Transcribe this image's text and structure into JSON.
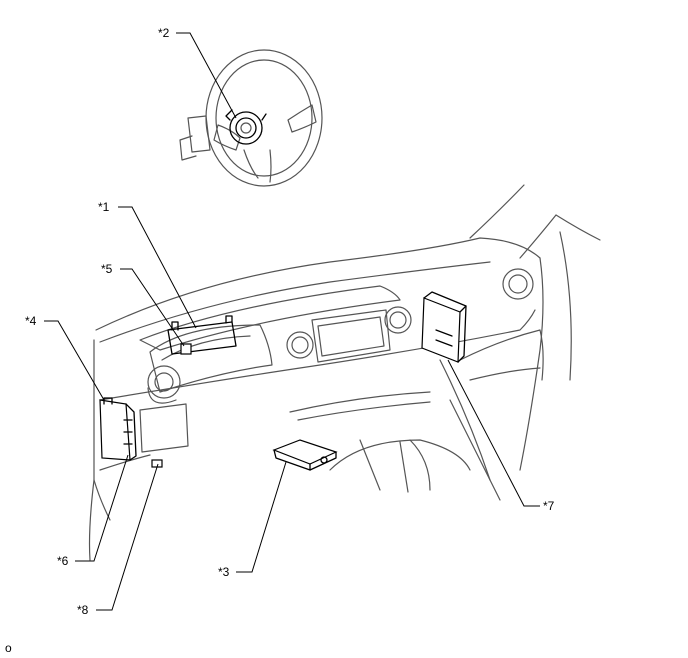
{
  "callouts": {
    "c1": "*1",
    "c2": "*2",
    "c3": "*3",
    "c4": "*4",
    "c5": "*5",
    "c6": "*6",
    "c7": "*7",
    "c8": "*8"
  },
  "figure_code": "o"
}
